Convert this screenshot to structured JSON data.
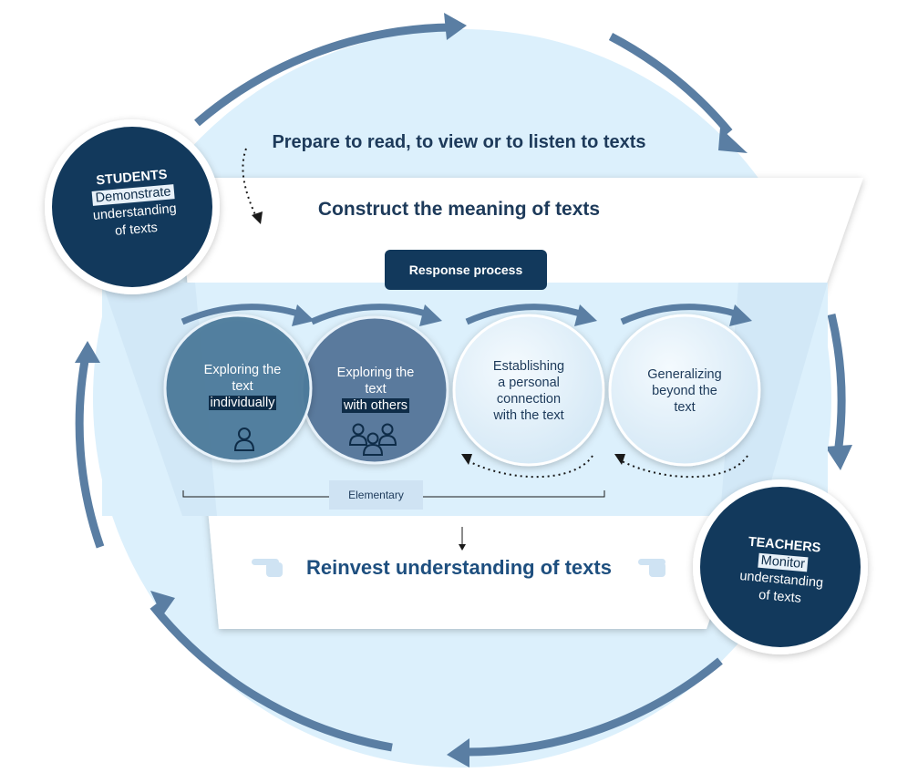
{
  "prepare_title": "Prepare to read, to view or to listen to texts",
  "construct_title": "Construct the meaning of texts",
  "response_process": "Response process",
  "circles": [
    {
      "line1": "Exploring the",
      "line2": "text",
      "highlight": "individually",
      "icon": "person-icon"
    },
    {
      "line1": "Exploring the",
      "line2": "text",
      "highlight": "with others",
      "icon": "group-icon"
    },
    {
      "lines": [
        "Establishing",
        "a personal",
        "connection",
        "with the text"
      ]
    },
    {
      "lines": [
        "Generalizing",
        "beyond the",
        "text"
      ]
    }
  ],
  "elementary": "Elementary",
  "reinvest_title": "Reinvest understanding of texts",
  "students": {
    "head": "STUDENTS",
    "highlight": "Demonstrate",
    "line1": "understanding",
    "line2": "of texts"
  },
  "teachers": {
    "head": "TEACHERS",
    "highlight": "Monitor",
    "line1": "understanding",
    "line2": "of texts"
  },
  "colors": {
    "navy": "#12395c",
    "cycle": "#5a7ea3",
    "light_blue": "#daeefb",
    "circle_dark1": "#4a7797",
    "circle_dark2": "#5a7a9d"
  }
}
